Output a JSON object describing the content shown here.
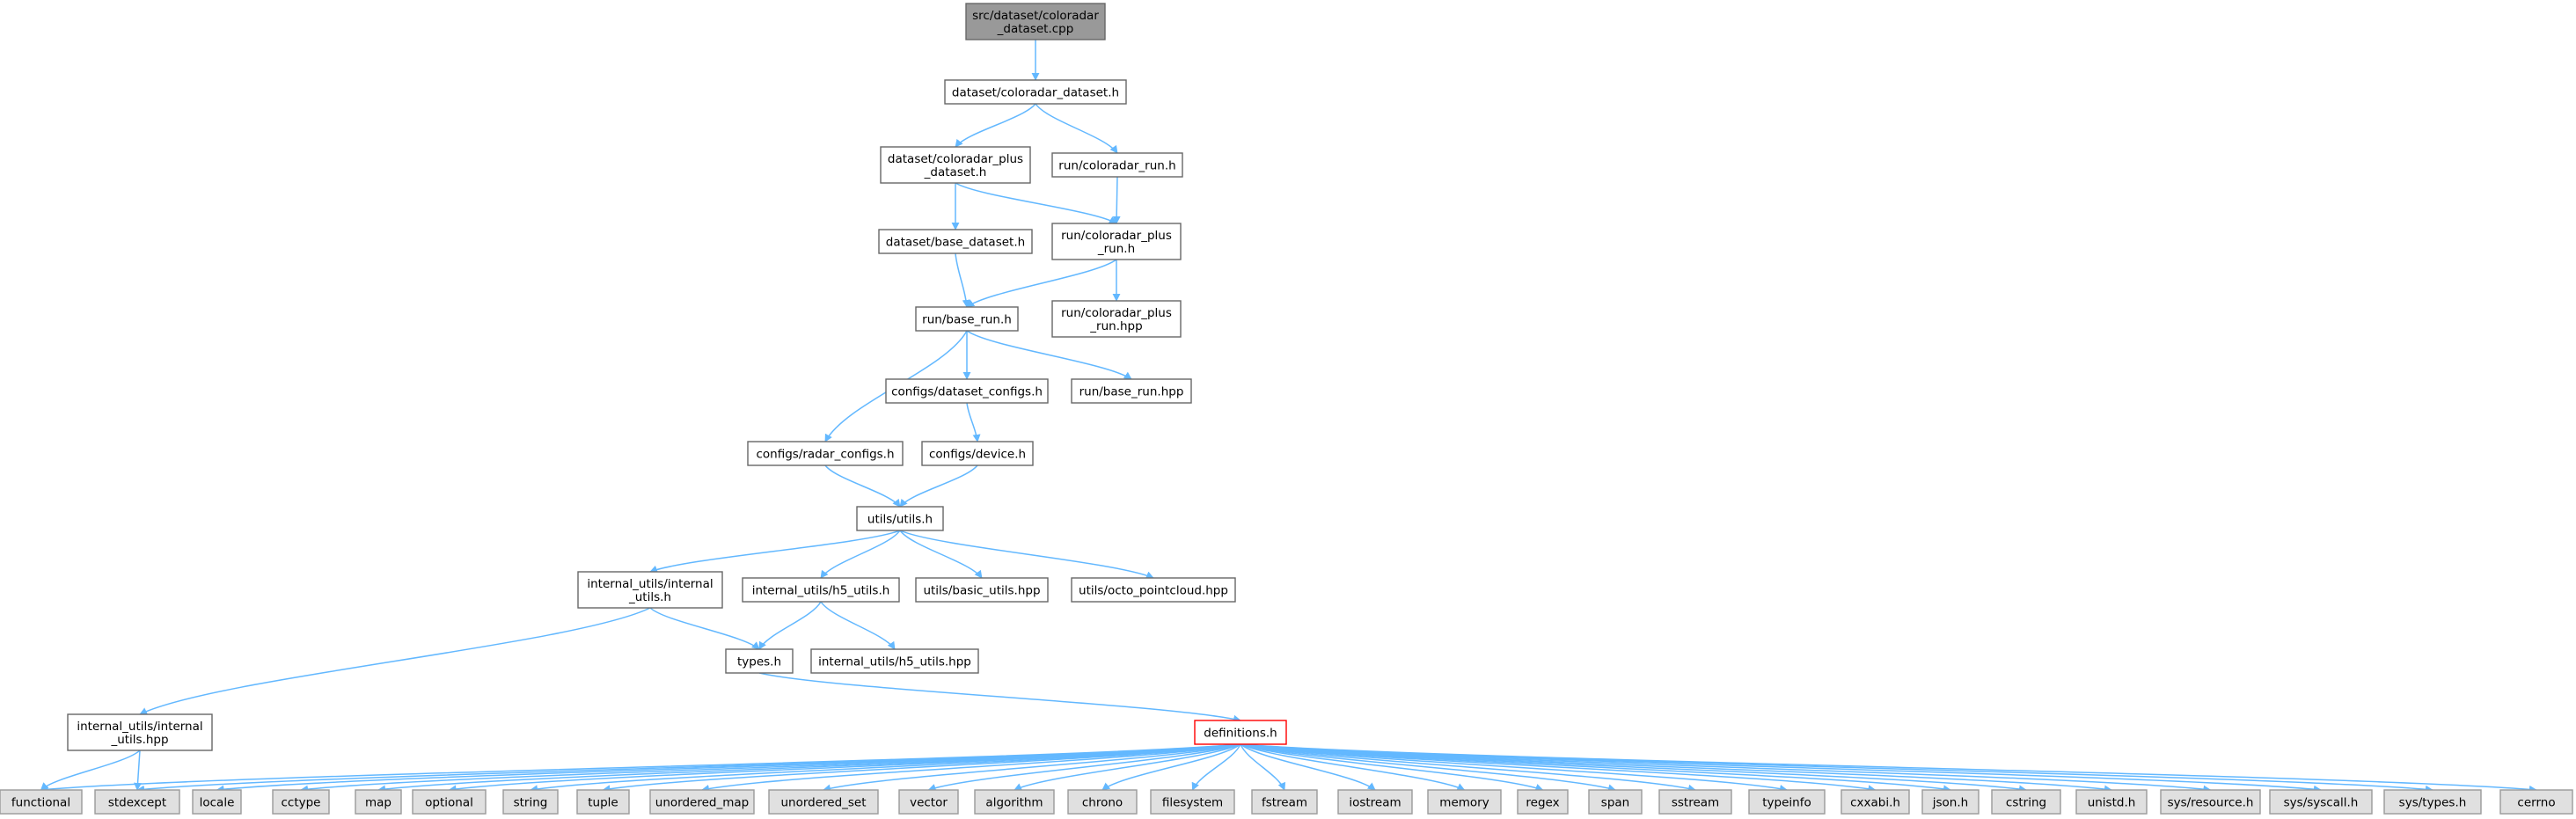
{
  "colors": {
    "edge": "#63b8ff",
    "node_border": "#666666",
    "node_fill": "#ffffff",
    "root_fill": "#999999",
    "highlight_border": "#ff0000",
    "system_fill": "#e0e0e0",
    "system_border": "#999999"
  },
  "nodes": [
    {
      "id": "n0",
      "kind": "root",
      "lines": [
        "src/dataset/coloradar",
        "_dataset.cpp"
      ]
    },
    {
      "id": "n1",
      "kind": "file",
      "lines": [
        "dataset/coloradar_dataset.h"
      ]
    },
    {
      "id": "n2",
      "kind": "file",
      "lines": [
        "dataset/coloradar_plus",
        "_dataset.h"
      ]
    },
    {
      "id": "n3",
      "kind": "file",
      "lines": [
        "run/coloradar_run.h"
      ]
    },
    {
      "id": "n4",
      "kind": "file",
      "lines": [
        "dataset/base_dataset.h"
      ]
    },
    {
      "id": "n5",
      "kind": "file",
      "lines": [
        "run/coloradar_plus",
        "_run.h"
      ]
    },
    {
      "id": "n6",
      "kind": "file",
      "lines": [
        "run/base_run.h"
      ]
    },
    {
      "id": "n7",
      "kind": "file",
      "lines": [
        "run/coloradar_plus",
        "_run.hpp"
      ]
    },
    {
      "id": "n8",
      "kind": "file",
      "lines": [
        "configs/dataset_configs.h"
      ]
    },
    {
      "id": "n9",
      "kind": "file",
      "lines": [
        "run/base_run.hpp"
      ]
    },
    {
      "id": "n10",
      "kind": "file",
      "lines": [
        "configs/radar_configs.h"
      ]
    },
    {
      "id": "n11",
      "kind": "file",
      "lines": [
        "configs/device.h"
      ]
    },
    {
      "id": "n12",
      "kind": "file",
      "lines": [
        "utils/utils.h"
      ]
    },
    {
      "id": "n13",
      "kind": "file",
      "lines": [
        "internal_utils/internal",
        "_utils.h"
      ]
    },
    {
      "id": "n14",
      "kind": "file",
      "lines": [
        "internal_utils/h5_utils.h"
      ]
    },
    {
      "id": "n15",
      "kind": "file",
      "lines": [
        "utils/basic_utils.hpp"
      ]
    },
    {
      "id": "n16",
      "kind": "file",
      "lines": [
        "utils/octo_pointcloud.hpp"
      ]
    },
    {
      "id": "n17",
      "kind": "file",
      "lines": [
        "types.h"
      ]
    },
    {
      "id": "n18",
      "kind": "file",
      "lines": [
        "internal_utils/h5_utils.hpp"
      ]
    },
    {
      "id": "n19",
      "kind": "file",
      "lines": [
        "internal_utils/internal",
        "_utils.hpp"
      ]
    },
    {
      "id": "n20",
      "kind": "highlight",
      "lines": [
        "definitions.h"
      ]
    },
    {
      "id": "s0",
      "kind": "system",
      "lines": [
        "functional"
      ]
    },
    {
      "id": "s1",
      "kind": "system",
      "lines": [
        "stdexcept"
      ]
    },
    {
      "id": "s2",
      "kind": "system",
      "lines": [
        "locale"
      ]
    },
    {
      "id": "s3",
      "kind": "system",
      "lines": [
        "cctype"
      ]
    },
    {
      "id": "s4",
      "kind": "system",
      "lines": [
        "map"
      ]
    },
    {
      "id": "s5",
      "kind": "system",
      "lines": [
        "optional"
      ]
    },
    {
      "id": "s6",
      "kind": "system",
      "lines": [
        "string"
      ]
    },
    {
      "id": "s7",
      "kind": "system",
      "lines": [
        "tuple"
      ]
    },
    {
      "id": "s8",
      "kind": "system",
      "lines": [
        "unordered_map"
      ]
    },
    {
      "id": "s9",
      "kind": "system",
      "lines": [
        "unordered_set"
      ]
    },
    {
      "id": "s10",
      "kind": "system",
      "lines": [
        "vector"
      ]
    },
    {
      "id": "s11",
      "kind": "system",
      "lines": [
        "algorithm"
      ]
    },
    {
      "id": "s12",
      "kind": "system",
      "lines": [
        "chrono"
      ]
    },
    {
      "id": "s13",
      "kind": "system",
      "lines": [
        "filesystem"
      ]
    },
    {
      "id": "s14",
      "kind": "system",
      "lines": [
        "fstream"
      ]
    },
    {
      "id": "s15",
      "kind": "system",
      "lines": [
        "iostream"
      ]
    },
    {
      "id": "s16",
      "kind": "system",
      "lines": [
        "memory"
      ]
    },
    {
      "id": "s17",
      "kind": "system",
      "lines": [
        "regex"
      ]
    },
    {
      "id": "s18",
      "kind": "system",
      "lines": [
        "span"
      ]
    },
    {
      "id": "s19",
      "kind": "system",
      "lines": [
        "sstream"
      ]
    },
    {
      "id": "s20",
      "kind": "system",
      "lines": [
        "typeinfo"
      ]
    },
    {
      "id": "s21",
      "kind": "system",
      "lines": [
        "cxxabi.h"
      ]
    },
    {
      "id": "s22",
      "kind": "system",
      "lines": [
        "json.h"
      ]
    },
    {
      "id": "s23",
      "kind": "system",
      "lines": [
        "cstring"
      ]
    },
    {
      "id": "s24",
      "kind": "system",
      "lines": [
        "unistd.h"
      ]
    },
    {
      "id": "s25",
      "kind": "system",
      "lines": [
        "sys/resource.h"
      ]
    },
    {
      "id": "s26",
      "kind": "system",
      "lines": [
        "sys/syscall.h"
      ]
    },
    {
      "id": "s27",
      "kind": "system",
      "lines": [
        "sys/types.h"
      ]
    },
    {
      "id": "s28",
      "kind": "system",
      "lines": [
        "cerrno"
      ]
    }
  ],
  "edges": [
    [
      "n0",
      "n1"
    ],
    [
      "n1",
      "n2"
    ],
    [
      "n1",
      "n3"
    ],
    [
      "n2",
      "n4"
    ],
    [
      "n2",
      "n5"
    ],
    [
      "n3",
      "n5"
    ],
    [
      "n4",
      "n6"
    ],
    [
      "n5",
      "n6"
    ],
    [
      "n5",
      "n7"
    ],
    [
      "n6",
      "n8"
    ],
    [
      "n6",
      "n9"
    ],
    [
      "n6",
      "n10"
    ],
    [
      "n8",
      "n11"
    ],
    [
      "n10",
      "n12"
    ],
    [
      "n11",
      "n12"
    ],
    [
      "n12",
      "n13"
    ],
    [
      "n12",
      "n14"
    ],
    [
      "n12",
      "n15"
    ],
    [
      "n12",
      "n16"
    ],
    [
      "n13",
      "n17"
    ],
    [
      "n13",
      "n19"
    ],
    [
      "n14",
      "n17"
    ],
    [
      "n14",
      "n18"
    ],
    [
      "n17",
      "n20"
    ],
    [
      "n19",
      "s0"
    ],
    [
      "n19",
      "s1"
    ],
    [
      "n20",
      "s0"
    ],
    [
      "n20",
      "s1"
    ],
    [
      "n20",
      "s2"
    ],
    [
      "n20",
      "s3"
    ],
    [
      "n20",
      "s4"
    ],
    [
      "n20",
      "s5"
    ],
    [
      "n20",
      "s6"
    ],
    [
      "n20",
      "s7"
    ],
    [
      "n20",
      "s8"
    ],
    [
      "n20",
      "s9"
    ],
    [
      "n20",
      "s10"
    ],
    [
      "n20",
      "s11"
    ],
    [
      "n20",
      "s12"
    ],
    [
      "n20",
      "s13"
    ],
    [
      "n20",
      "s14"
    ],
    [
      "n20",
      "s15"
    ],
    [
      "n20",
      "s16"
    ],
    [
      "n20",
      "s17"
    ],
    [
      "n20",
      "s18"
    ],
    [
      "n20",
      "s19"
    ],
    [
      "n20",
      "s20"
    ],
    [
      "n20",
      "s21"
    ],
    [
      "n20",
      "s22"
    ],
    [
      "n20",
      "s23"
    ],
    [
      "n20",
      "s24"
    ],
    [
      "n20",
      "s25"
    ],
    [
      "n20",
      "s26"
    ],
    [
      "n20",
      "s27"
    ],
    [
      "n20",
      "s28"
    ]
  ]
}
